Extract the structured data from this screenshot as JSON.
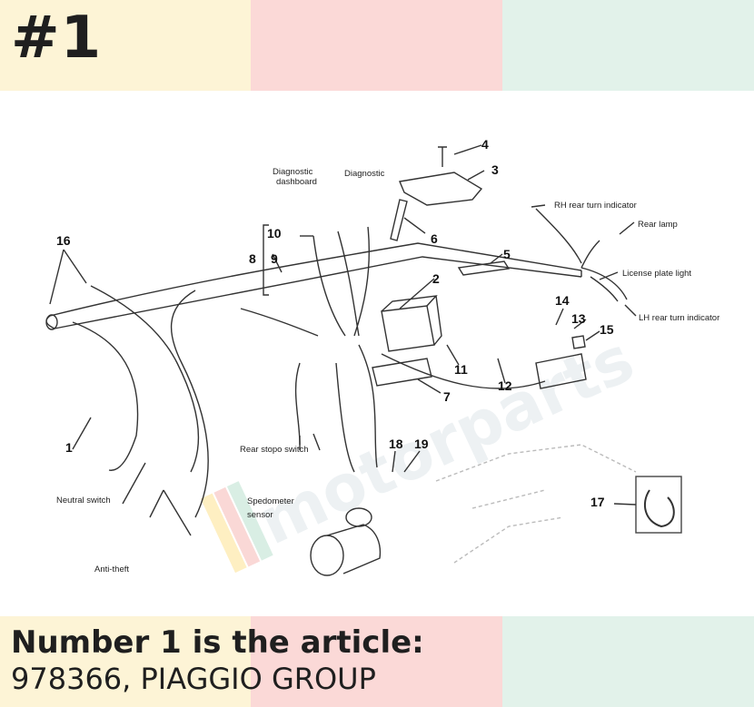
{
  "header": {
    "number": "#1",
    "colors": [
      "#fdf4d6",
      "#fbd9d7",
      "#e2f2ea"
    ]
  },
  "footer": {
    "line1": "Number 1 is the article:",
    "line2": "978366, PIAGGIO GROUP"
  },
  "diagram": {
    "callouts": [
      "1",
      "2",
      "3",
      "4",
      "5",
      "6",
      "7",
      "8",
      "9",
      "10",
      "11",
      "12",
      "13",
      "14",
      "15",
      "16",
      "17",
      "18",
      "19"
    ],
    "labels": {
      "diagnostic_dashboard_1": "Diagnostic",
      "diagnostic_dashboard_2": "dashboard",
      "diagnostic": "Diagnostic",
      "rh_rear_turn": "RH rear turn indicator",
      "rear_lamp": "Rear lamp",
      "license_plate": "License plate light",
      "lh_rear_turn": "LH rear turn indicator",
      "rear_stop_switch": "Rear stopo switch",
      "neutral_switch": "Neutral switch",
      "speedometer_1": "Spedometer",
      "speedometer_2": "sensor",
      "anti_theft": "Anti-theft"
    },
    "watermark": "motorparts"
  }
}
